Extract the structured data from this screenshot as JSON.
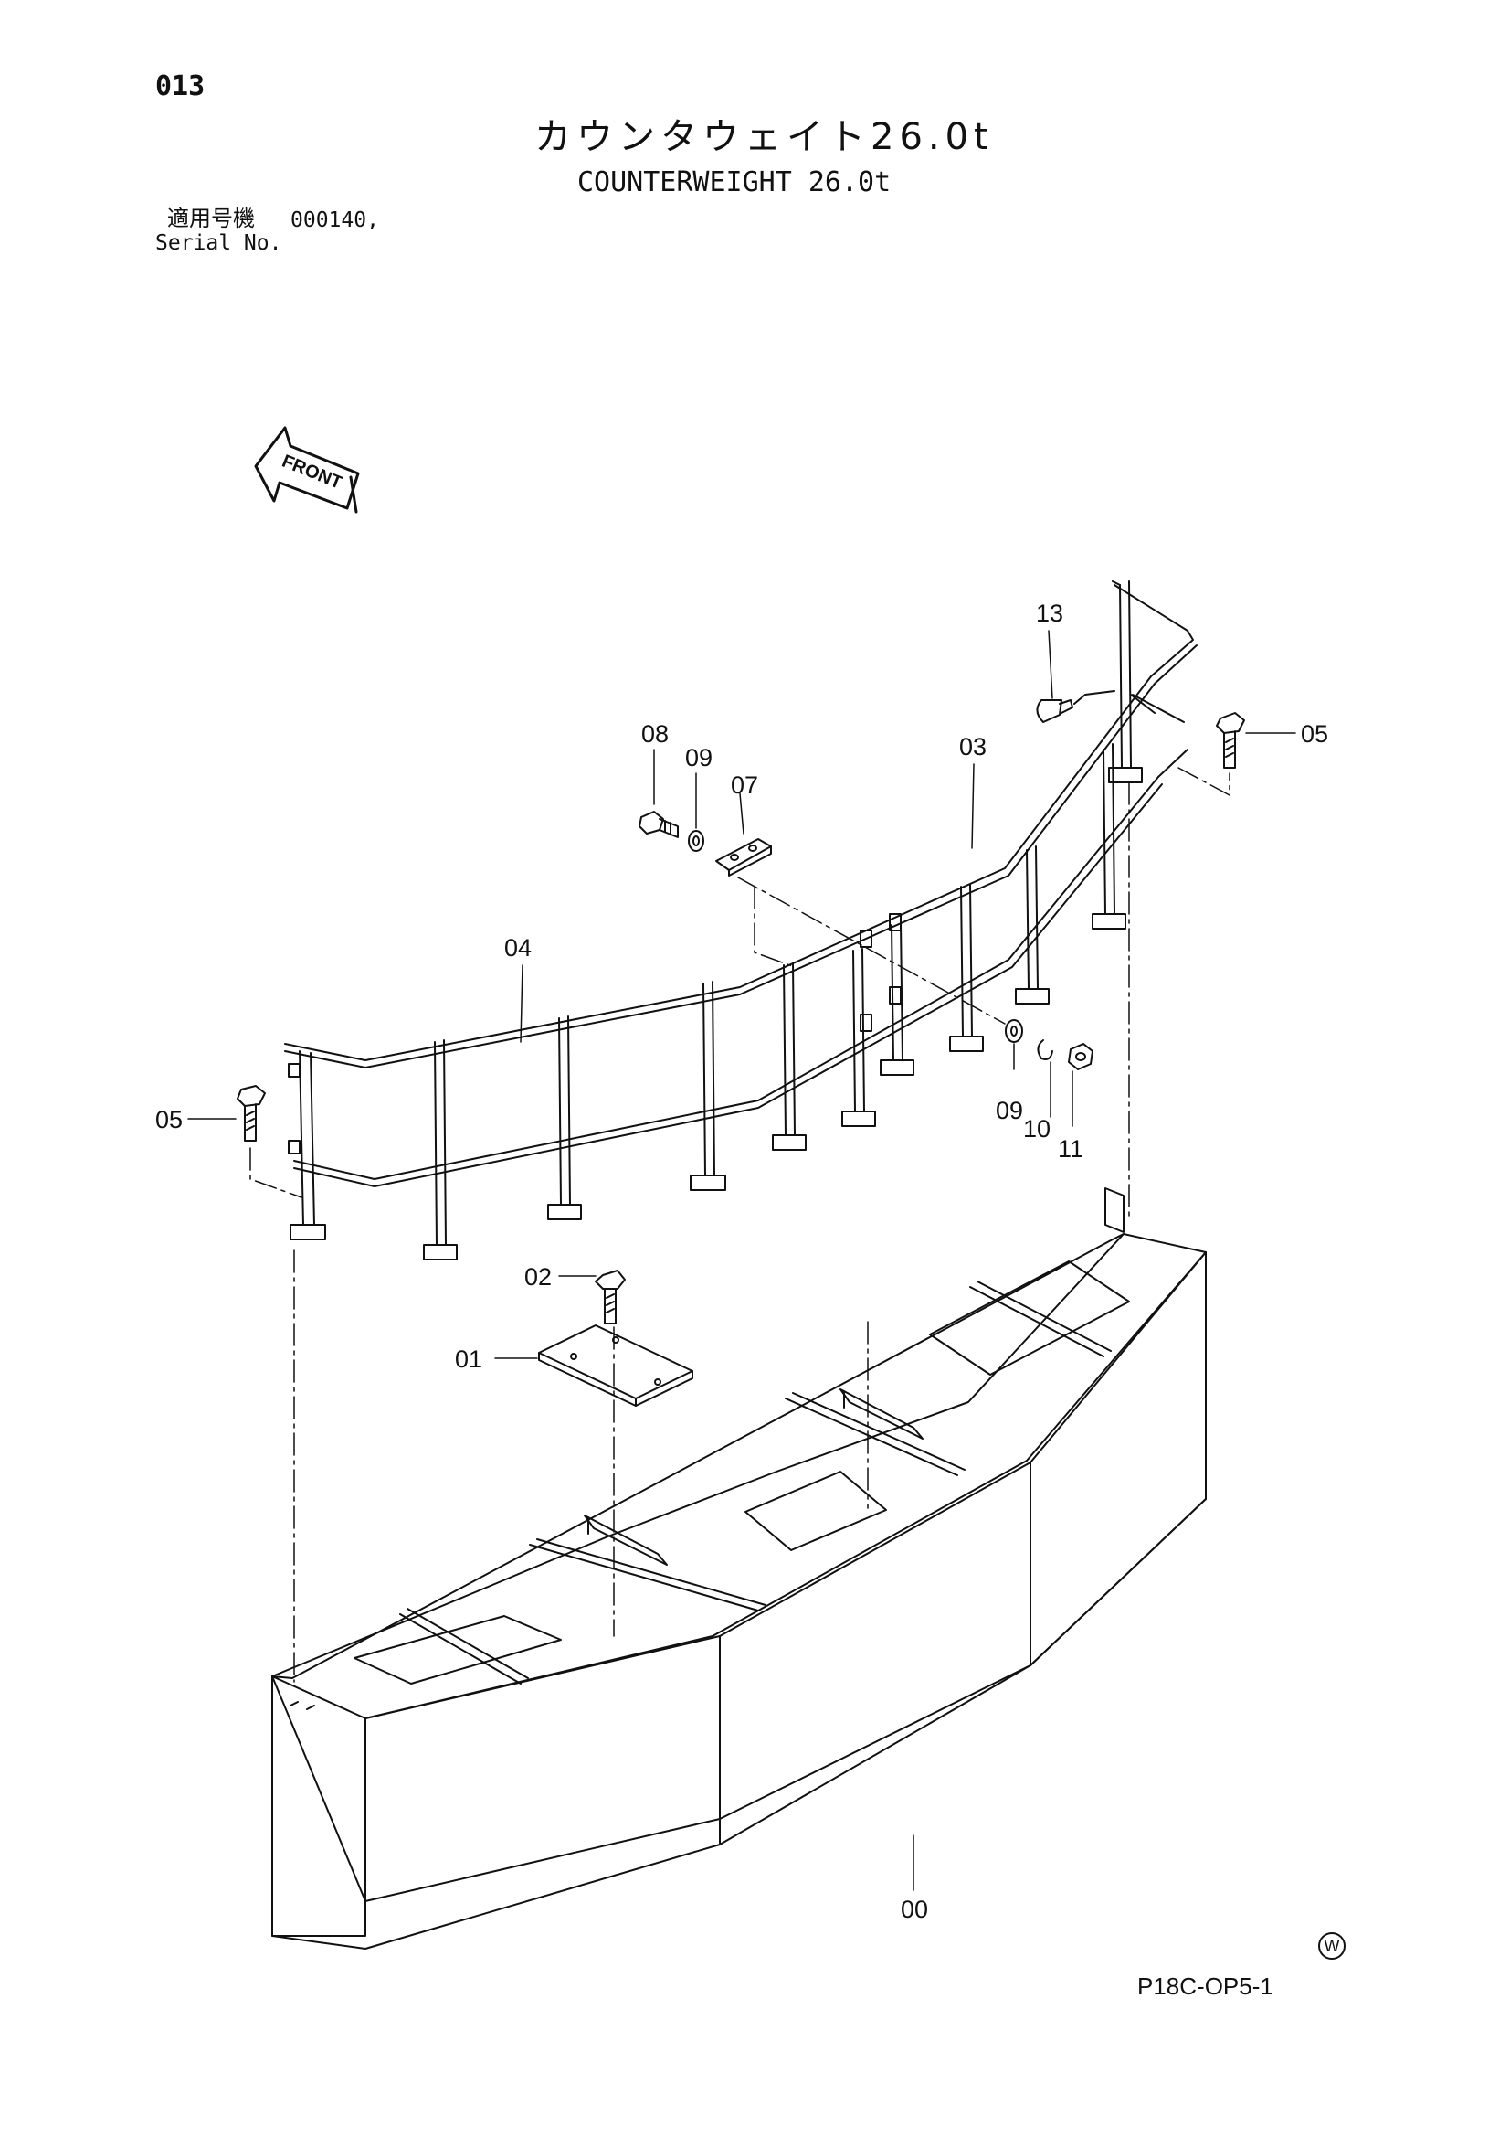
{
  "page_number": "013",
  "title_jp": "カウンタウェイト26.0t",
  "title_en": "COUNTERWEIGHT 26.0t",
  "serial": {
    "label_jp": "適用号機",
    "value": "000140,",
    "label_en": "Serial No."
  },
  "front_label": "FRONT",
  "callouts": {
    "c00": "00",
    "c01": "01",
    "c02": "02",
    "c03": "03",
    "c04": "04",
    "c05a": "05",
    "c05b": "05",
    "c07": "07",
    "c08": "08",
    "c09a": "09",
    "c09b": "09",
    "c10": "10",
    "c11": "11",
    "c13": "13"
  },
  "footer_ref": "P18C-OP5-1",
  "watermark_symbol": "W"
}
